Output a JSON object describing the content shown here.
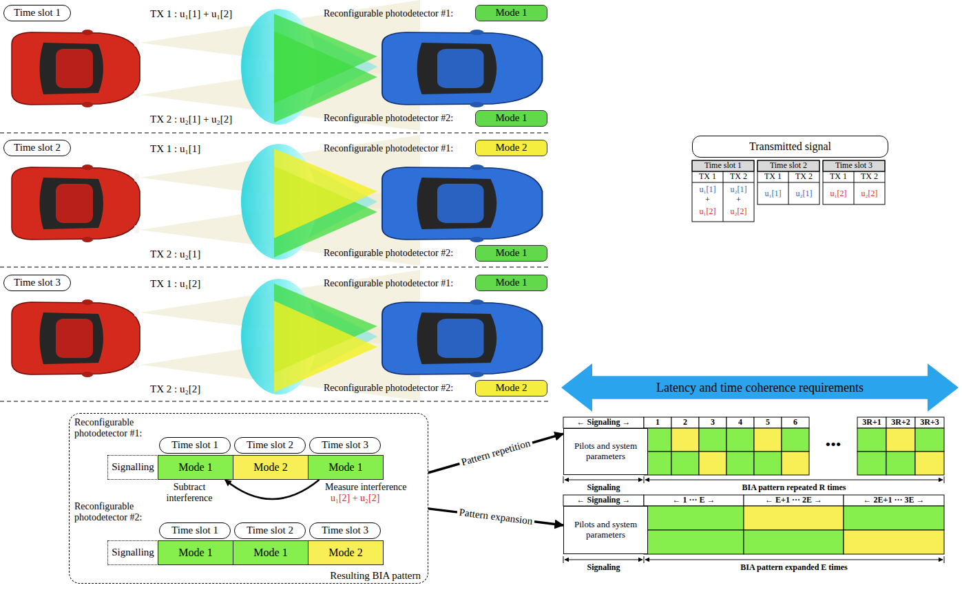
{
  "diagram": {
    "nodes": [
      {
        "text": [
          "Time slot 1"
        ]
      },
      {
        "text": [
          "Mode 1"
        ]
      },
      {
        "text": [
          "Mode 1"
        ]
      },
      {
        "text": [
          "Time slot 2"
        ]
      },
      {
        "text": [
          "Mode 2"
        ]
      },
      {
        "text": [
          "Mode 1"
        ]
      },
      {
        "text": [
          "Time slot 3"
        ]
      },
      {
        "text": [
          "Mode 1"
        ]
      },
      {
        "text": [
          "Mode 2"
        ]
      },
      {
        "text": [
          "Transmitted signal"
        ]
      },
      {
        "text": [
          "Latency and time coherence requirements"
        ]
      },
      {
        "text": [
          "Resulting BIA pattern"
        ]
      },
      {
        "text": [
          "Time slot 1"
        ],
        "in": 11
      },
      {
        "text": [
          "Time slot 2"
        ],
        "in": 11
      },
      {
        "text": [
          "Time slot 3"
        ],
        "in": 11
      },
      {
        "text": [
          "Signalling"
        ],
        "in": 11
      },
      {
        "text": [
          "Mode 1"
        ],
        "in": 11
      },
      {
        "text": [
          "Mode 2"
        ],
        "in": 11
      },
      {
        "text": [
          "Mode 1"
        ],
        "in": 11
      },
      {
        "text": [
          "Time slot 1"
        ],
        "in": 11
      },
      {
        "text": [
          "Time slot 2"
        ],
        "in": 11
      },
      {
        "text": [
          "Time slot 3"
        ],
        "in": 11
      },
      {
        "text": [
          "Signalling"
        ],
        "in": 11
      },
      {
        "text": [
          "Mode 1"
        ],
        "in": 11
      },
      {
        "text": [
          "Mode 1"
        ],
        "in": 11
      },
      {
        "text": [
          "Mode 2"
        ],
        "in": 11
      },
      {
        "text": [
          "Pilots and system parameters"
        ]
      },
      {
        "text": [
          "Pilots and system parameters"
        ]
      }
    ],
    "edges": [
      {
        "from": 18,
        "to": 16,
        "arrow": "to"
      },
      {
        "from": 11,
        "to": 26,
        "arrow": "to",
        "label": "Pattern repetition"
      },
      {
        "from": 11,
        "to": 27,
        "arrow": "to",
        "label": "Pattern expansion"
      }
    ],
    "labels": [
      "TX 1 : u₁[1] + u₁[2]",
      "TX 2 : u₂[1] + u₂[2]",
      "Reconfigurable photodetector #1:",
      "Reconfigurable photodetector #2:",
      "TX 1 : u₁[1]",
      "TX 2 : u₂[1]",
      "Reconfigurable photodetector #1:",
      "Reconfigurable photodetector #2:",
      "TX 1 : u₁[2]",
      "TX 2 : u₂[2]",
      "Reconfigurable photodetector #1:",
      "Reconfigurable photodetector #2:",
      "Time slot 1",
      "TX 1",
      "TX 2",
      "u₁[1]",
      "+",
      "u₁[2]",
      "u₂[1]",
      "+",
      "u₂[2]",
      "Time slot 2",
      "TX 1",
      "TX 2",
      "u₁[1]",
      "u₂[1]",
      "Time slot 3",
      "TX 1",
      "TX 2",
      "u₁[2]",
      "u₂[2]",
      "Reconfigurable photodetector #1:",
      "Subtract interference",
      "Measure interference",
      "u₁[2] + u₂[2]",
      "Reconfigurable photodetector #2:",
      "← Signaling →",
      "1",
      "2",
      "3",
      "4",
      "5",
      "6",
      "•••",
      "3R+1",
      "3R+2",
      "3R+3",
      "Signaling",
      "BIA pattern repeated R times",
      "← Signaling →",
      "← 1 ··· E →",
      "← E+1 ··· 2E →",
      "← 2E+1 ··· 3E →",
      "Signaling",
      "BIA pattern expanded E times"
    ]
  }
}
